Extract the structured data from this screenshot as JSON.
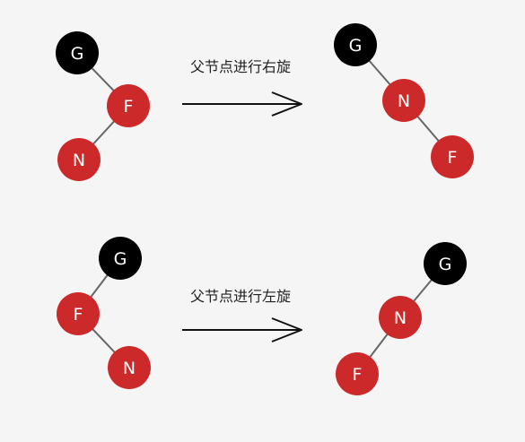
{
  "colors": {
    "background": "#f5f5f5",
    "black_node": "#000000",
    "red_node": "#cc2a2a",
    "edge": "#666666",
    "arrow": "#111111",
    "label": "#ffffff"
  },
  "rows": [
    {
      "caption": "父节点进行右旋",
      "before": [
        {
          "label": "G",
          "color": "black"
        },
        {
          "label": "F",
          "color": "red"
        },
        {
          "label": "N",
          "color": "red"
        }
      ],
      "after": [
        {
          "label": "G",
          "color": "black"
        },
        {
          "label": "N",
          "color": "red"
        },
        {
          "label": "F",
          "color": "red"
        }
      ]
    },
    {
      "caption": "父节点进行左旋",
      "before": [
        {
          "label": "G",
          "color": "black"
        },
        {
          "label": "F",
          "color": "red"
        },
        {
          "label": "N",
          "color": "red"
        }
      ],
      "after": [
        {
          "label": "G",
          "color": "black"
        },
        {
          "label": "N",
          "color": "red"
        },
        {
          "label": "F",
          "color": "red"
        }
      ]
    }
  ]
}
